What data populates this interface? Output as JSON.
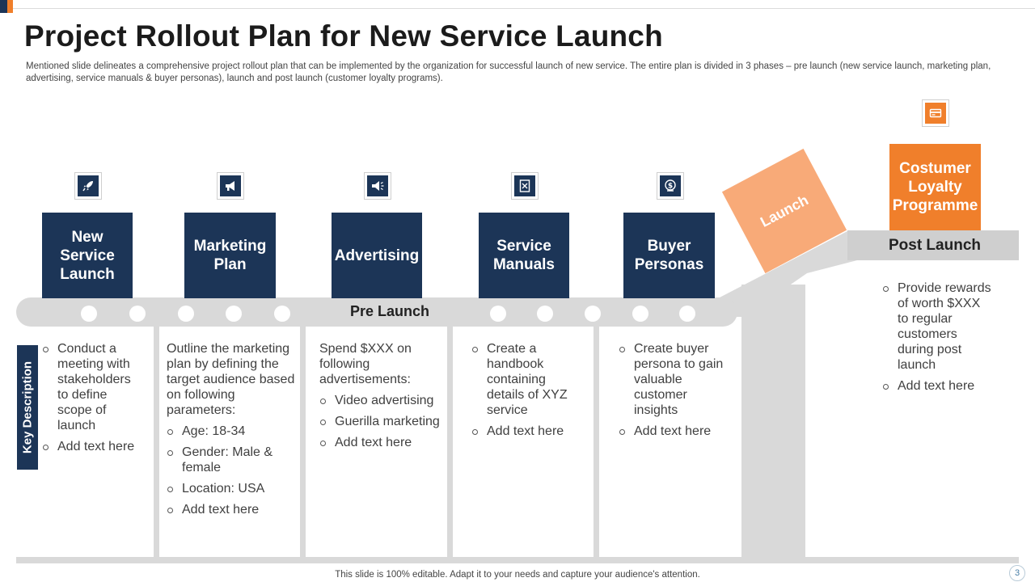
{
  "slide": {
    "title": "Project Rollout Plan for New Service Launch",
    "subtitle": "Mentioned slide delineates a comprehensive project rollout plan that can be implemented by the organization for successful launch of new service. The entire plan is divided in 3 phases – pre launch (new service launch, marketing plan, advertising, service manuals & buyer personas), launch and post launch (customer loyalty programs).",
    "footer": "This slide is 100% editable. Adapt it to your needs and capture your audience's attention.",
    "page_number": "3"
  },
  "colors": {
    "navy": "#1c3557",
    "orange": "#f07f2b",
    "light_orange": "#f8aa78",
    "gray": "#d9d9d9"
  },
  "key_description": "Key Description",
  "pre_launch": {
    "label": "Pre Launch",
    "phases": [
      {
        "title_lines": [
          "New",
          "Service",
          "Launch"
        ],
        "icon": "rocket-icon"
      },
      {
        "title_lines": [
          "Marketing",
          "Plan"
        ],
        "icon": "megaphone-icon"
      },
      {
        "title_lines": [
          "Advertising"
        ],
        "icon": "loudspeaker-icon"
      },
      {
        "title_lines": [
          "Service",
          "Manuals"
        ],
        "icon": "manual-icon"
      },
      {
        "title_lines": [
          "Buyer",
          "Personas"
        ],
        "icon": "persona-money-icon"
      }
    ]
  },
  "descriptions": {
    "col1": {
      "bullets": [
        "Conduct a meeting with stakeholders to define scope of launch",
        "Add text here"
      ]
    },
    "col2": {
      "intro": "Outline the marketing plan by defining the target audience based on following parameters:",
      "bullets": [
        "Age: 18-34",
        "Gender: Male & female",
        "Location: USA",
        "Add text here"
      ]
    },
    "col3": {
      "intro": "Spend $XXX on following advertisements:",
      "bullets": [
        "Video advertising",
        "Guerilla marketing",
        "Add text here"
      ]
    },
    "col4": {
      "bullets": [
        "Create a handbook containing details of XYZ service",
        "Add text here"
      ]
    },
    "col5": {
      "bullets": [
        "Create buyer persona to gain valuable customer insights",
        "Add text here"
      ]
    },
    "col6": {
      "bullets": [
        "Provide rewards of worth $XXX to regular customers during post launch",
        "Add text here"
      ]
    }
  },
  "launch": {
    "label": "Launch"
  },
  "post_launch": {
    "label": "Post Launch",
    "program_lines": [
      "Costumer",
      "Loyalty",
      "Programme"
    ],
    "icon": "card-icon"
  }
}
